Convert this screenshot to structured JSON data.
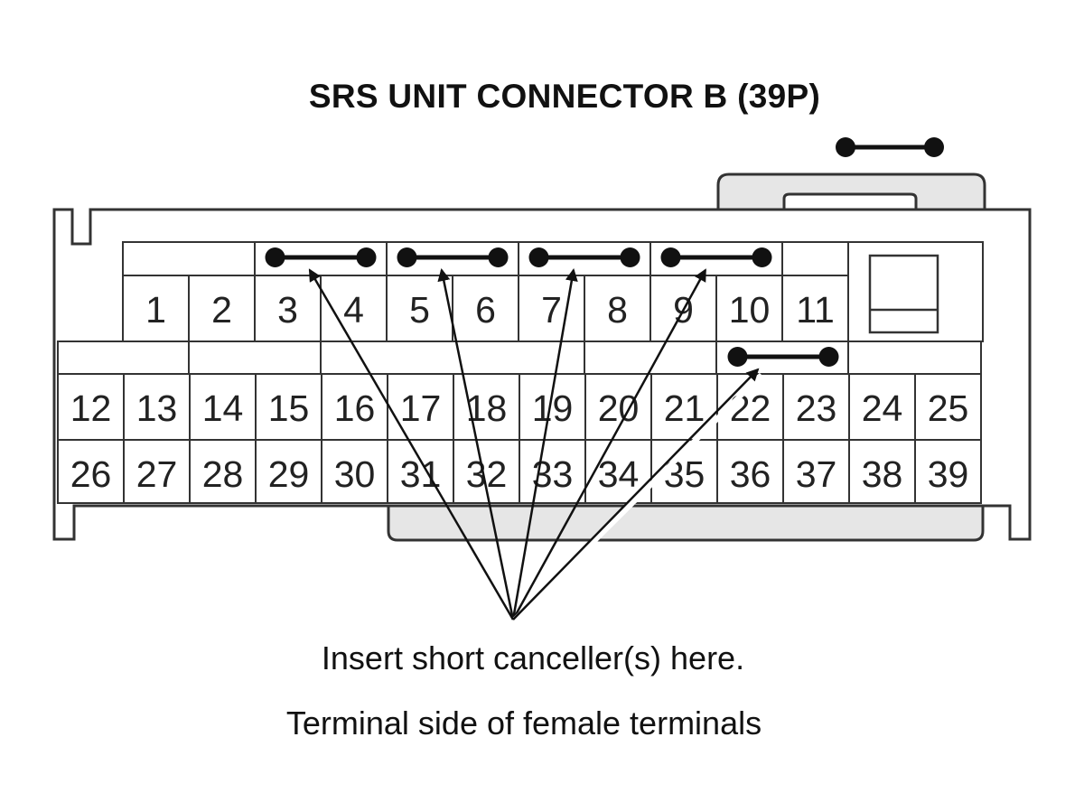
{
  "title": "SRS UNIT CONNECTOR B (39P)",
  "caption_insert": "Insert short canceller(s) here.",
  "caption_side": "Terminal side of female terminals",
  "terminals": {
    "row1": [
      "1",
      "2",
      "3",
      "4",
      "5",
      "6",
      "7",
      "8",
      "9",
      "10",
      "11"
    ],
    "row2": [
      "12",
      "13",
      "14",
      "15",
      "16",
      "17",
      "18",
      "19",
      "20",
      "21",
      "22",
      "23",
      "24",
      "25"
    ],
    "row3": [
      "26",
      "27",
      "28",
      "29",
      "30",
      "31",
      "32",
      "33",
      "34",
      "35",
      "36",
      "37",
      "38",
      "39"
    ]
  },
  "short_cancellers": [
    {
      "pins": [
        "3",
        "4"
      ]
    },
    {
      "pins": [
        "5",
        "6"
      ]
    },
    {
      "pins": [
        "7",
        "8"
      ]
    },
    {
      "pins": [
        "9",
        "10"
      ]
    },
    {
      "pins": [
        "22",
        "23"
      ]
    }
  ],
  "legend_symbol": "short-canceller-icon",
  "colors": {
    "outline": "#333333",
    "shell_fill": "#e6e6e6",
    "ink": "#111111"
  }
}
